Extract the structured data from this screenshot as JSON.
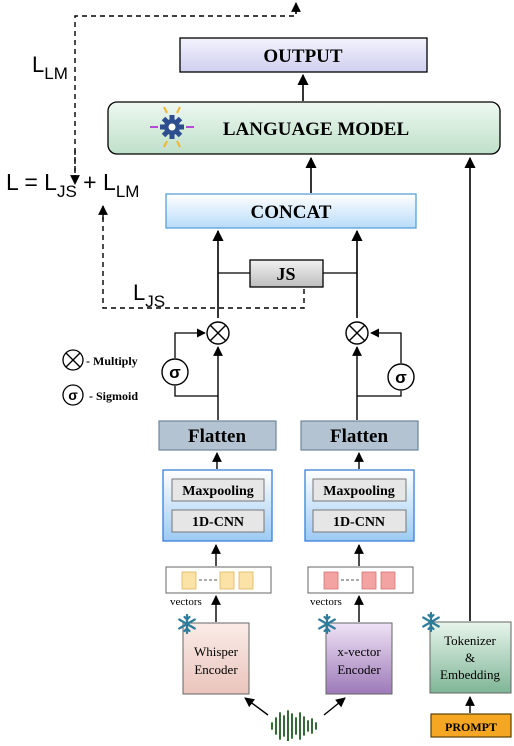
{
  "boxes": {
    "output": "OUTPUT",
    "language_model": "LANGUAGE MODEL",
    "concat": "CONCAT",
    "js": "JS",
    "flatten_left": "Flatten",
    "flatten_right": "Flatten",
    "maxpool_left": "Maxpooling",
    "cnn_left": "1D-CNN",
    "maxpool_right": "Maxpooling",
    "cnn_right": "1D-CNN",
    "whisper_line1": "Whisper",
    "whisper_line2": "Encoder",
    "xvector_line1": "x-vector",
    "xvector_line2": "Encoder",
    "tokenizer_line1": "Tokenizer",
    "tokenizer_line2": "&",
    "tokenizer_line3": "Embedding",
    "prompt": "PROMPT"
  },
  "labels": {
    "vectors_left": "vectors",
    "vectors_right": "vectors",
    "sigma": "σ",
    "multiply_legend": "- Multiply",
    "sigmoid_legend": "- Sigmoid"
  },
  "losses": {
    "lm_L": "L",
    "lm_sub": "LM",
    "js_L": "L",
    "js_sub": "JS",
    "total_L": "L = L",
    "total_sub1": "JS",
    "total_plus": " + L",
    "total_sub2": "LM"
  },
  "colors": {
    "output_fill": "#e4e4f7",
    "lm_fill": "#d9eee0",
    "concat_fill": "#dcefff",
    "flatten_fill": "#aebccb",
    "encoder_panel_border": "#3a7fd8",
    "whisper_fill": "#f3d6cf",
    "xvector_fill": "#c9b0d9",
    "tokenizer_fill": "#cfe6d6",
    "prompt_fill": "#f5a623",
    "yellow_vec": "#fbe2a6",
    "red_vec": "#f4a3a3"
  },
  "icons": [
    "snowflake-icon",
    "gear-icon",
    "waveform-icon",
    "multiply-icon",
    "sigmoid-icon"
  ]
}
